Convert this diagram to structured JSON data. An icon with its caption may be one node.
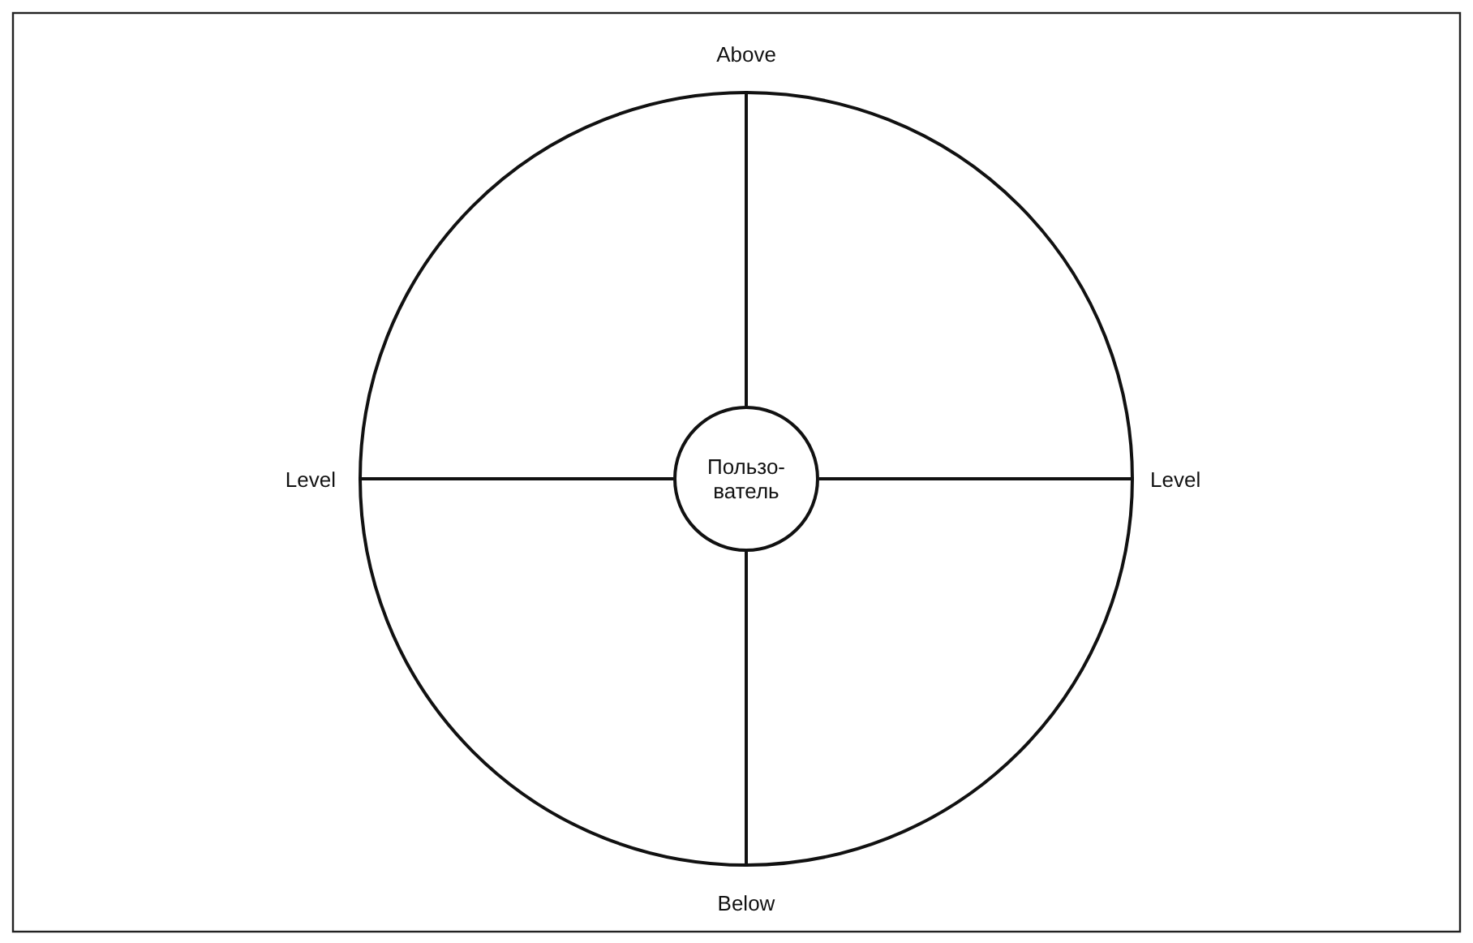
{
  "diagram": {
    "nodes": [
      {
        "text": [],
        "shape": "circle"
      },
      {
        "text": [
          "Пользо- ватель"
        ],
        "in": 0
      },
      {
        "text": [
          "Above"
        ]
      },
      {
        "text": [
          "Level"
        ]
      },
      {
        "text": [
          "Level"
        ]
      },
      {
        "text": [
          "Below"
        ]
      }
    ],
    "edges": [
      {
        "from": 1,
        "to": 2,
        "arrow": "none"
      },
      {
        "from": 1,
        "to": 3,
        "arrow": "none"
      },
      {
        "from": 1,
        "to": 4,
        "arrow": "none"
      },
      {
        "from": 1,
        "to": 5,
        "arrow": "none"
      }
    ]
  }
}
